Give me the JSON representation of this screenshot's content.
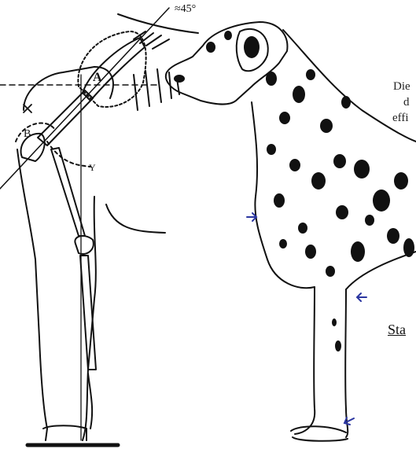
{
  "diagram": {
    "angle_label": "≈45°",
    "point_a": "A",
    "point_b": "B",
    "point_x": "X",
    "point_y": "Y"
  },
  "side_text": {
    "line1": "Die",
    "line2": "d",
    "line3": "effi",
    "heading": "Sta"
  },
  "colors": {
    "ink": "#111111",
    "arrow": "#2a35a0"
  },
  "icons": [
    "blue-arrow-icon"
  ]
}
